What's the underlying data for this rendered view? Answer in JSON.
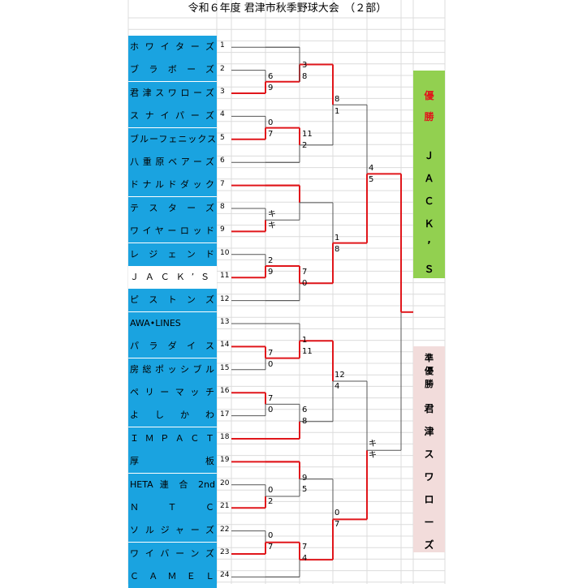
{
  "title": "令和６年度 君津市秋季野球大会　（２部）",
  "teams": [
    {
      "no": "1",
      "name": "ホワイターズ"
    },
    {
      "no": "2",
      "name": "ブラボーズ"
    },
    {
      "no": "3",
      "name": "君津スワローズ"
    },
    {
      "no": "4",
      "name": "スナイパーズ"
    },
    {
      "no": "5",
      "name": "ブルーフェニックス"
    },
    {
      "no": "6",
      "name": "八重原ベアーズ"
    },
    {
      "no": "7",
      "name": "ドナルドダック"
    },
    {
      "no": "8",
      "name": "テスターズ"
    },
    {
      "no": "9",
      "name": "ワイヤーロッド"
    },
    {
      "no": "10",
      "name": "レジェンド"
    },
    {
      "no": "11",
      "name": "ＪＡＣＫ’Ｓ"
    },
    {
      "no": "12",
      "name": "ピストンズ"
    },
    {
      "no": "13",
      "name": "AWA•LINES"
    },
    {
      "no": "14",
      "name": "パラダイス"
    },
    {
      "no": "15",
      "name": "房総ポッシブル"
    },
    {
      "no": "16",
      "name": "ペリーマッチ"
    },
    {
      "no": "17",
      "name": "よしかわ"
    },
    {
      "no": "18",
      "name": "ＩＭＰＡＣＴ"
    },
    {
      "no": "19",
      "name": "厚　板"
    },
    {
      "no": "20",
      "name": "HETA 連 合 2nd"
    },
    {
      "no": "21",
      "name": "Ｎ Ｔ Ｃ"
    },
    {
      "no": "22",
      "name": "ソルジャーズ"
    },
    {
      "no": "23",
      "name": "ワイバーンズ"
    },
    {
      "no": "24",
      "name": "ＣＡＭＥＬ"
    }
  ],
  "scores": [
    "3",
    "8",
    "6",
    "9",
    "8",
    "1",
    "0",
    "7",
    "11",
    "2",
    "4",
    "5",
    "キ",
    "キ",
    "1",
    "8",
    "2",
    "9",
    "7",
    "0",
    "1",
    "11",
    "7",
    "0",
    "12",
    "4",
    "7",
    "0",
    "6",
    "8",
    "キ",
    "キ",
    "9",
    "5",
    "0",
    "2",
    "0",
    "7",
    "0",
    "7",
    "7",
    "4"
  ],
  "champion": {
    "label_1": "優",
    "label_2": "勝",
    "name": [
      "Ｊ",
      "Ａ",
      "Ｃ",
      "Ｋ",
      "’",
      "Ｓ"
    ]
  },
  "runner_up": {
    "label": [
      "準",
      "優",
      "勝"
    ],
    "name": [
      "君",
      "津",
      "ス",
      "ワ",
      "ロ",
      "ー",
      "ズ"
    ]
  },
  "colors": {
    "team_bg": "#1aa3e0",
    "win_line": "#e0161b",
    "lose_line": "#555555",
    "champion_bg": "#92d050",
    "runner_up_bg": "#f2dcdb"
  }
}
